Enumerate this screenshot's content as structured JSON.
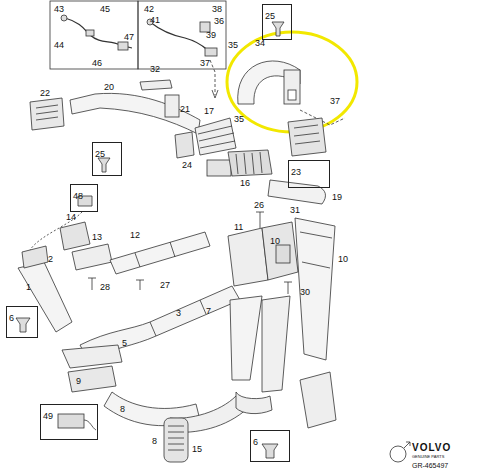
{
  "diagram": {
    "nodes": [
      {
        "text": [
          "25"
        ]
      },
      {
        "text": [
          "25"
        ]
      },
      {
        "text": [
          "23"
        ]
      },
      {
        "text": [
          "48"
        ]
      },
      {
        "text": [
          "6"
        ]
      },
      {
        "text": [
          "49"
        ]
      },
      {
        "text": [
          "6"
        ]
      }
    ],
    "labels": [
      "43",
      "45",
      "44",
      "46",
      "47",
      "42",
      "41",
      "38",
      "36",
      "39",
      "35",
      "37",
      "34",
      "37",
      "20",
      "22",
      "32",
      "21",
      "17",
      "35",
      "24",
      "16",
      "19",
      "31",
      "26",
      "14",
      "13",
      "12",
      "11",
      "10",
      "10",
      "2",
      "1",
      "28",
      "27",
      "30",
      "3",
      "7",
      "5",
      "9",
      "8",
      "8",
      "15",
      "VOLVO",
      "GENUINE PARTS",
      "GR-465497"
    ]
  }
}
